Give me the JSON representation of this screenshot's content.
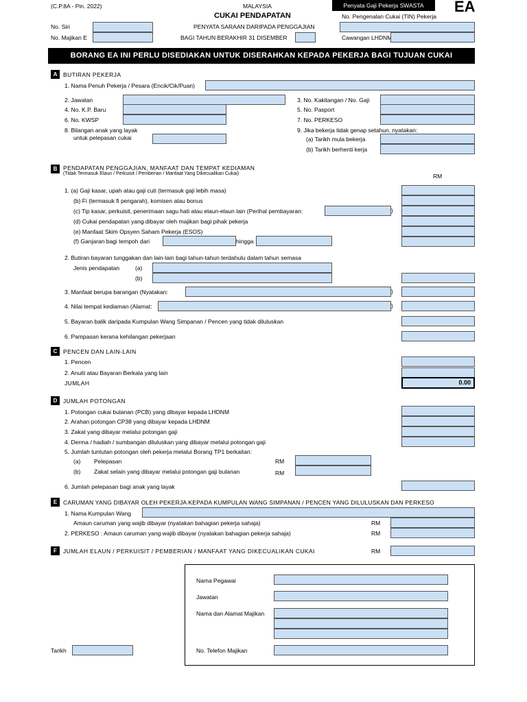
{
  "header": {
    "form_code": "(C.P.8A - Pin. 2022)",
    "country": "MALAYSIA",
    "tag": "Penyata Gaji Pekerja SWASTA",
    "form_id": "EA",
    "title": "CUKAI PENDAPATAN",
    "subtitle": "PENYATA SARAAN DARIPADA PENGGAJIAN",
    "year_label": "BAGI TAHUN BERAKHIR 31 DISEMBER",
    "tin_label": "No. Pengenalan Cukai (TIN) Pekerja",
    "siri_label": "No. Siri",
    "majikan_label": "No. Majikan E",
    "cawangan_label": "Cawangan LHDNM"
  },
  "banner": "BORANG EA INI PERLU DISEDIAKAN UNTUK DISERAHKAN KEPADA PEKERJA BAGI TUJUAN CUKAI PENDAPATAN",
  "section_a": {
    "marker": "A",
    "title": "BUTIRAN PEKERJA",
    "f1": "1.  Nama Penuh Pekerja / Pesara (Encik/Cik/Puan)",
    "f2": "2.  Jawatan",
    "f3": "3.  No. Kakitangan / No. Gaji",
    "f4": "4.  No. K.P. Baru",
    "f5": "5.  No. Pasport",
    "f6": "6.  No. KWSP",
    "f7": "7.  No. PERKESO",
    "f8a": "8.  Bilangan anak yang layak",
    "f8b": "untuk pelepasan cukai",
    "f9": "9.  Jika bekerja tidak genap setahun, nyatakan:",
    "f9a": "(a)  Tarikh mula bekerja",
    "f9b": "(b)  Tarikh berhenti kerja"
  },
  "section_b": {
    "marker": "B",
    "title": "PENDAPATAN PENGGAJIAN, MANFAAT DAN TEMPAT KEDIAMAN",
    "subtitle": "(Tidak Termasuk Elaun / Perkuisit / Pemberian / Manfaat Yang Dikecualikan Cukai)",
    "rm": "RM",
    "i1a": "1.   (a)  Gaji kasar, upah atau gaji cuti (termasuk gaji lebih masa)",
    "i1b": "(b)  Fi (termasuk fi pengarah), komisen atau bonus",
    "i1c": "(c)  Tip kasar, perkuisit, penerimaan sagu hati atau elaun-elaun lain (Perihal pembayaran:",
    "i1d": "(d)  Cukai pendapatan yang dibayar oleh majikan bagi pihak pekerja",
    "i1e": "(e)  Manfaat Skim Opsyen Saham Pekerja (ESOS)",
    "i1f": "(f)  Ganjaran bagi tempoh dari",
    "hingga": "hingga",
    "i2": "2.   Butiran bayaran tunggakan dan lain-lain bagi tahun-tahun terdahulu dalam tahun semasa",
    "i2_jenis": "Jenis pendapatan",
    "i2a": "(a)",
    "i2b": "(b)",
    "i3": "3.   Manfaat berupa barangan (Nyatakan:",
    "i4": "4.   Nilai tempat kediaman (Alamat:",
    "i5": "5.   Bayaran balik daripada Kumpulan Wang Simpanan / Pencen yang tidak diluluskan",
    "i6": "6.   Pampasan kerana kehilangan pekerjaan",
    "paren": ")"
  },
  "section_c": {
    "marker": "C",
    "title": "PENCEN DAN LAIN-LAIN",
    "i1": "1.   Pencen",
    "i2": "2.   Anuiti atau Bayaran Berkala yang lain",
    "jumlah": "JUMLAH",
    "total": "0.00"
  },
  "section_d": {
    "marker": "D",
    "title": "JUMLAH POTONGAN",
    "i1": "1.   Potongan cukai bulanan (PCB) yang dibayar kepada LHDNM",
    "i2": "2.   Arahan potongan CP38 yang dibayar kepada LHDNM",
    "i3": "3.   Zakat yang dibayar melalui potongan gaji",
    "i4": "4.   Derma / hadiah / sumbangan diluluskan yang dibayar melalui potongan gaji",
    "i5": "5.   Jumlah tuntutan potongan oleh pekerja melalui Borang TP1 berkaitan:",
    "i5a": "(a)",
    "i5a_text": "Pelepasan",
    "i5b": "(b)",
    "i5b_text": "Zakat selain yang dibayar melalui potongan gaji bulanan",
    "rm": "RM",
    "i6": "6.   Jumlah pelepasan bagi anak yang layak"
  },
  "section_e": {
    "marker": "E",
    "title": "CARUMAN YANG DIBAYAR OLEH PEKERJA KEPADA KUMPULAN WANG SIMPANAN / PENCEN YANG DILULUSKAN DAN PERKESO",
    "i1": "1.   Nama Kumpulan Wang",
    "i1b": "Amaun caruman yang wajib dibayar (nyatakan bahagian pekerja sahaja)",
    "i2": "2.   PERKESO : Amaun caruman yang wajib dibayar (nyatakan bahagian pekerja sahaja)",
    "rm": "RM"
  },
  "section_f": {
    "marker": "F",
    "title": "JUMLAH ELAUN / PERKUISIT / PEMBERIAN / MANFAAT YANG DIKECUALIKAN CUKAI",
    "rm": "RM"
  },
  "signature": {
    "tarikh": "Tarikh",
    "pegawai": "Nama Pegawai",
    "jawatan": "Jawatan",
    "alamat": "Nama dan Alamat Majikan",
    "telefon": "No. Telefon Majikan"
  }
}
